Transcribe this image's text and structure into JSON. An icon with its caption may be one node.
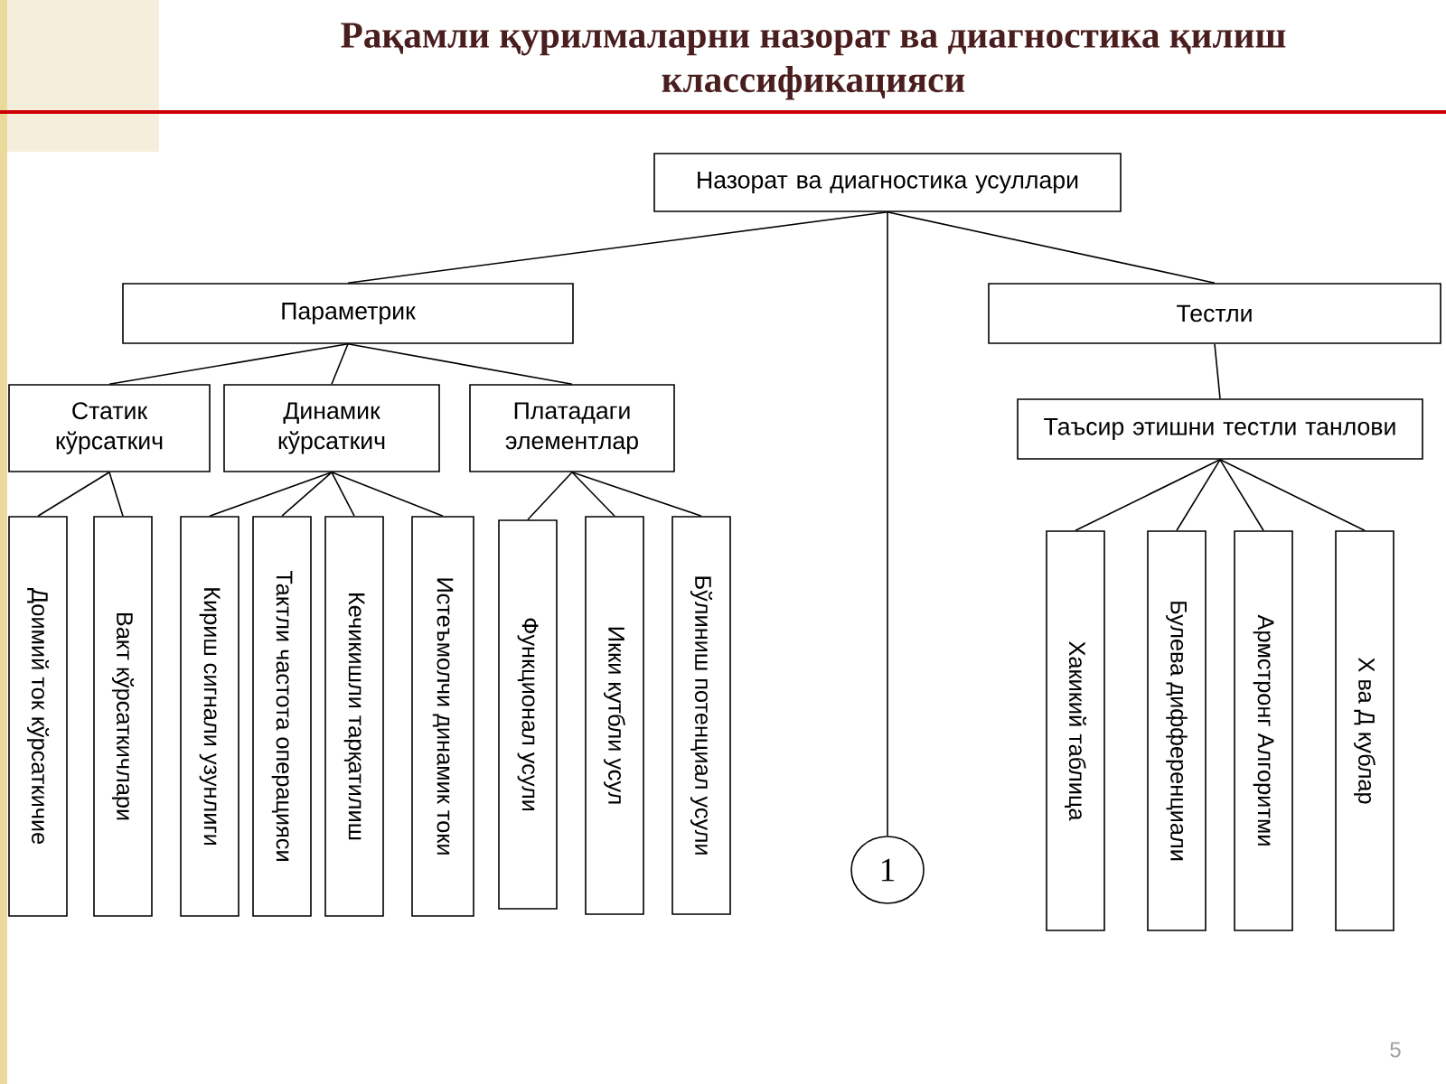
{
  "diagram": {
    "title": "Рақамли қурилмаларни назорат ва диагностика қилиш классификацияси",
    "nodes": [
      {
        "text": [
          "Назорат ва диагностика усуллари"
        ]
      },
      {
        "text": [
          "Параметрик"
        ]
      },
      {
        "text": [
          "Тестли"
        ]
      },
      {
        "text": [
          "Статик кўрсаткич"
        ]
      },
      {
        "text": [
          "Динамик кўрсаткич"
        ]
      },
      {
        "text": [
          "Платадаги элементлар"
        ]
      },
      {
        "text": [
          "Таъсир этишни тестли танлови"
        ]
      },
      {
        "text": [
          "Доимий ток кўрсаткичие"
        ]
      },
      {
        "text": [
          "Вакт кўрсаткичлари"
        ]
      },
      {
        "text": [
          "Кириш сигнали узунлиги"
        ]
      },
      {
        "text": [
          "Тактли частота операцияси"
        ]
      },
      {
        "text": [
          "Кечикишли тарқатилиш"
        ]
      },
      {
        "text": [
          "Истеъмолчи динамик токи"
        ]
      },
      {
        "text": [
          "Функционал усули"
        ]
      },
      {
        "text": [
          "Икки кутбли усул"
        ]
      },
      {
        "text": [
          "Бўлиниш потенциал усули"
        ]
      },
      {
        "text": [
          "Хакикий таблица"
        ]
      },
      {
        "text": [
          "Булева дифференциали"
        ]
      },
      {
        "text": [
          "Армстронг Алгоритми"
        ]
      },
      {
        "text": [
          "Х ва Д кублар"
        ]
      },
      {
        "text": [
          "1"
        ]
      }
    ],
    "edges": [
      {
        "from": 0,
        "to": 1,
        "arrow": "none"
      },
      {
        "from": 0,
        "to": 20,
        "arrow": "none"
      },
      {
        "from": 0,
        "to": 2,
        "arrow": "none"
      },
      {
        "from": 1,
        "to": 3,
        "arrow": "none"
      },
      {
        "from": 1,
        "to": 4,
        "arrow": "none"
      },
      {
        "from": 1,
        "to": 5,
        "arrow": "none"
      },
      {
        "from": 3,
        "to": 7,
        "arrow": "none"
      },
      {
        "from": 3,
        "to": 8,
        "arrow": "none"
      },
      {
        "from": 4,
        "to": 9,
        "arrow": "none"
      },
      {
        "from": 4,
        "to": 10,
        "arrow": "none"
      },
      {
        "from": 4,
        "to": 11,
        "arrow": "none"
      },
      {
        "from": 4,
        "to": 12,
        "arrow": "none"
      },
      {
        "from": 5,
        "to": 13,
        "arrow": "none"
      },
      {
        "from": 5,
        "to": 14,
        "arrow": "none"
      },
      {
        "from": 5,
        "to": 15,
        "arrow": "none"
      },
      {
        "from": 2,
        "to": 6,
        "arrow": "none"
      },
      {
        "from": 6,
        "to": 16,
        "arrow": "none"
      },
      {
        "from": 6,
        "to": 17,
        "arrow": "none"
      },
      {
        "from": 6,
        "to": 18,
        "arrow": "none"
      },
      {
        "from": 6,
        "to": 19,
        "arrow": "none"
      }
    ],
    "labels": [
      "5"
    ]
  }
}
